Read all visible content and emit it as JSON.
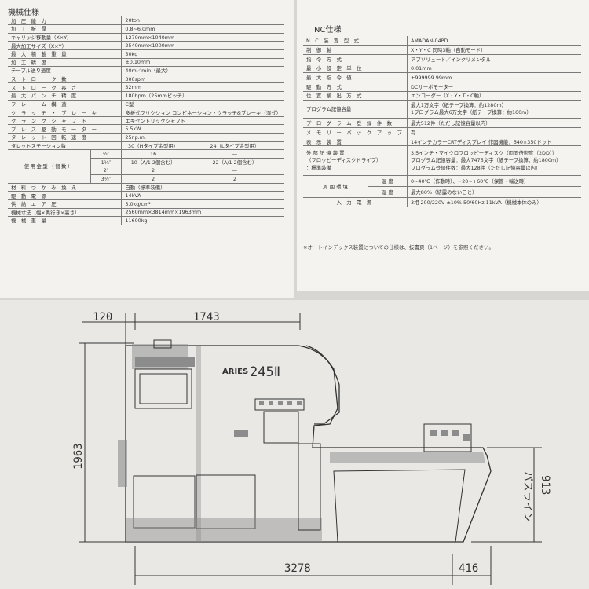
{
  "left_sheet": {
    "title": "機械仕様",
    "rows": [
      [
        "加 圧 能 力",
        "20ton"
      ],
      [
        "加 工 板 厚",
        "0.8~6.0mm"
      ],
      [
        "キャリッジ移動量（X×Y）",
        "1270mm×1040mm"
      ],
      [
        "最大加工サイズ（X×Y）",
        "2540mm×1000mm"
      ],
      [
        "最 大 積 載 重 量",
        "50kg"
      ],
      [
        "加 工 精 度",
        "±0.10mm"
      ],
      [
        "テーブル送り速度",
        "40m／min（最大）"
      ],
      [
        "ス ト ロ ー ク 数",
        "300spm"
      ],
      [
        "ス ト ロ ー ク 長 さ",
        "32mm"
      ],
      [
        "最 大 パ ン チ 精 度",
        "180hpm（25mmピッチ）"
      ],
      [
        "フ レ ー ム 構 造",
        "C型"
      ],
      [
        "ク ラ ッ チ ・ ブ レ ー キ",
        "多板式フリクション コンビネーション・クラッチ&ブレーキ（湿式）"
      ],
      [
        "ク ラ ン ク シ ャ フ ト",
        "エキセントリックシャフト"
      ],
      [
        "プ レ ス 駆 動 モ ー タ ー",
        "5.5kW"
      ],
      [
        "タ レ ッ ト 回 転 速 度",
        "25r.p.m."
      ]
    ],
    "turret": {
      "label": "タレットステーション数",
      "col_h": "30（Hタイプ金型用）",
      "col_l": "24（Lタイプ金型用）"
    },
    "tooling": {
      "label": "使用金型（個数）",
      "rows": [
        [
          "½″",
          "16",
          "—"
        ],
        [
          "1¼″",
          "10（A/1 2個含む）",
          "22（A/1 2個含む）"
        ],
        [
          "2″",
          "2",
          "—"
        ],
        [
          "3½″",
          "2",
          "2"
        ]
      ]
    },
    "rows_after": [
      [
        "材 料 つ か み 換 え",
        "自動（標準装備）"
      ],
      [
        "駆 動 電 源",
        "14kVA"
      ],
      [
        "供 給 エ ア 圧",
        "5.0kg/cm²"
      ],
      [
        "機械寸法（幅×奥行き×高さ）",
        "2560mm×3814mm×1963mm"
      ],
      [
        "機 械 重 量",
        "11600kg"
      ]
    ]
  },
  "right_sheet": {
    "title": "NC仕様",
    "rows": [
      [
        "N C 装 置 型 式",
        "AMADAN-04PD"
      ],
      [
        "制 御 軸",
        "X・Y・C 同時3軸（自動モード）"
      ],
      [
        "指 令 方 式",
        "アブソリュート／インクリメンタル"
      ],
      [
        "最 小 設 定 単 位",
        "0.01mm"
      ],
      [
        "最 大 指 令 値",
        "±999999.99mm"
      ],
      [
        "駆 動 方 式",
        "DCサーボモーター"
      ],
      [
        "位 置 検 出 方 式",
        "エンコーダー（X・Y・T・C軸）"
      ]
    ],
    "program_capacity": {
      "label": "プログラム記憶容量",
      "line1": "最大1万文字（紙テープ換算：約1280m）",
      "line2": "1プログラム最大6万文字（紙テープ換算：約160m）"
    },
    "rows_mid": [
      [
        "プ ロ グ ラ ム 登 録 件 数",
        "最大512件（ただし記憶容量以内）"
      ],
      [
        "メ モ リ ー バ ッ ク ア ッ プ",
        "有"
      ],
      [
        "表 示 装 置",
        "14インチカラーCRTディスプレイ 作図機能：640×350ドット"
      ]
    ],
    "external_memory": {
      "label1": "外 部 記 憶 装 置",
      "label2": "（フロッピーディスクドライブ）",
      "label3": "：標準装備",
      "line1": "3.5インチ・マイクロフロッピーディスク（両面倍密度（2DD））",
      "line2": "プログラム記憶容量：最大7475文字（紙テープ換算：約1800m）",
      "line3": "プログラム登録件数：最大128件（ただし記憶容量以内）"
    },
    "environment": {
      "label": "周 囲 環 境",
      "temp_label": "温 度",
      "temp_value": "0~40℃（作動時）、−20~+60℃（保管・輸送時）",
      "hum_label": "湿 度",
      "hum_value": "最大80%（結露のないこと）"
    },
    "input_power": [
      "入 力 電 源",
      "3相 200/220V ±10% 50/60Hz 11kVA（機械本体のみ）"
    ],
    "footnote": "※オートインデックス装置についての仕様は、抜書頁（1ページ）を参照ください。"
  },
  "drawing": {
    "dim_top_left": "120",
    "dim_top_width": "1743",
    "dim_height": "1963",
    "dim_pass_line_height": "913",
    "pass_line_label": "パスライン",
    "dim_bottom_length": "3278",
    "dim_bottom_right": "416",
    "brand": "ARIES",
    "model": "245Ⅱ"
  }
}
